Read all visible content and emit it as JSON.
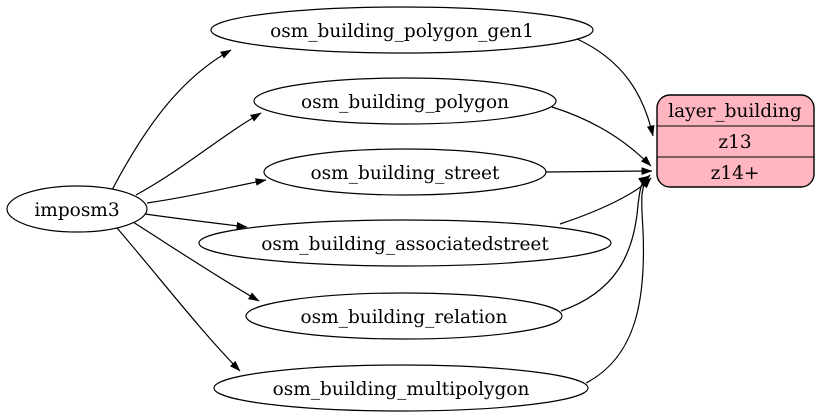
{
  "diagram": {
    "kind": "etl-graph",
    "source": {
      "id": "imposm3",
      "label": "imposm3"
    },
    "tables": [
      {
        "id": "osm_building_polygon_gen1",
        "label": "osm_building_polygon_gen1"
      },
      {
        "id": "osm_building_polygon",
        "label": "osm_building_polygon"
      },
      {
        "id": "osm_building_street",
        "label": "osm_building_street"
      },
      {
        "id": "osm_building_associatedstreet",
        "label": "osm_building_associatedstreet"
      },
      {
        "id": "osm_building_relation",
        "label": "osm_building_relation"
      },
      {
        "id": "osm_building_multipolygon",
        "label": "osm_building_multipolygon"
      }
    ],
    "layer": {
      "title": "layer_building",
      "rows": [
        "z13",
        "z14+"
      ]
    },
    "edges": [
      {
        "from": "imposm3",
        "to": "osm_building_polygon_gen1"
      },
      {
        "from": "imposm3",
        "to": "osm_building_polygon"
      },
      {
        "from": "imposm3",
        "to": "osm_building_street"
      },
      {
        "from": "imposm3",
        "to": "osm_building_associatedstreet"
      },
      {
        "from": "imposm3",
        "to": "osm_building_relation"
      },
      {
        "from": "imposm3",
        "to": "osm_building_multipolygon"
      },
      {
        "from": "osm_building_polygon_gen1",
        "to": "layer_building.z13"
      },
      {
        "from": "osm_building_polygon",
        "to": "layer_building.z14+"
      },
      {
        "from": "osm_building_street",
        "to": "layer_building.z14+"
      },
      {
        "from": "osm_building_associatedstreet",
        "to": "layer_building.z14+"
      },
      {
        "from": "osm_building_relation",
        "to": "layer_building.z14+"
      },
      {
        "from": "osm_building_multipolygon",
        "to": "layer_building.z14+"
      }
    ],
    "colors": {
      "background": "#ffffff",
      "node_fill": "#ffffff",
      "layer_fill": "#FFB6C1",
      "stroke": "#000000",
      "text": "#000000"
    }
  }
}
